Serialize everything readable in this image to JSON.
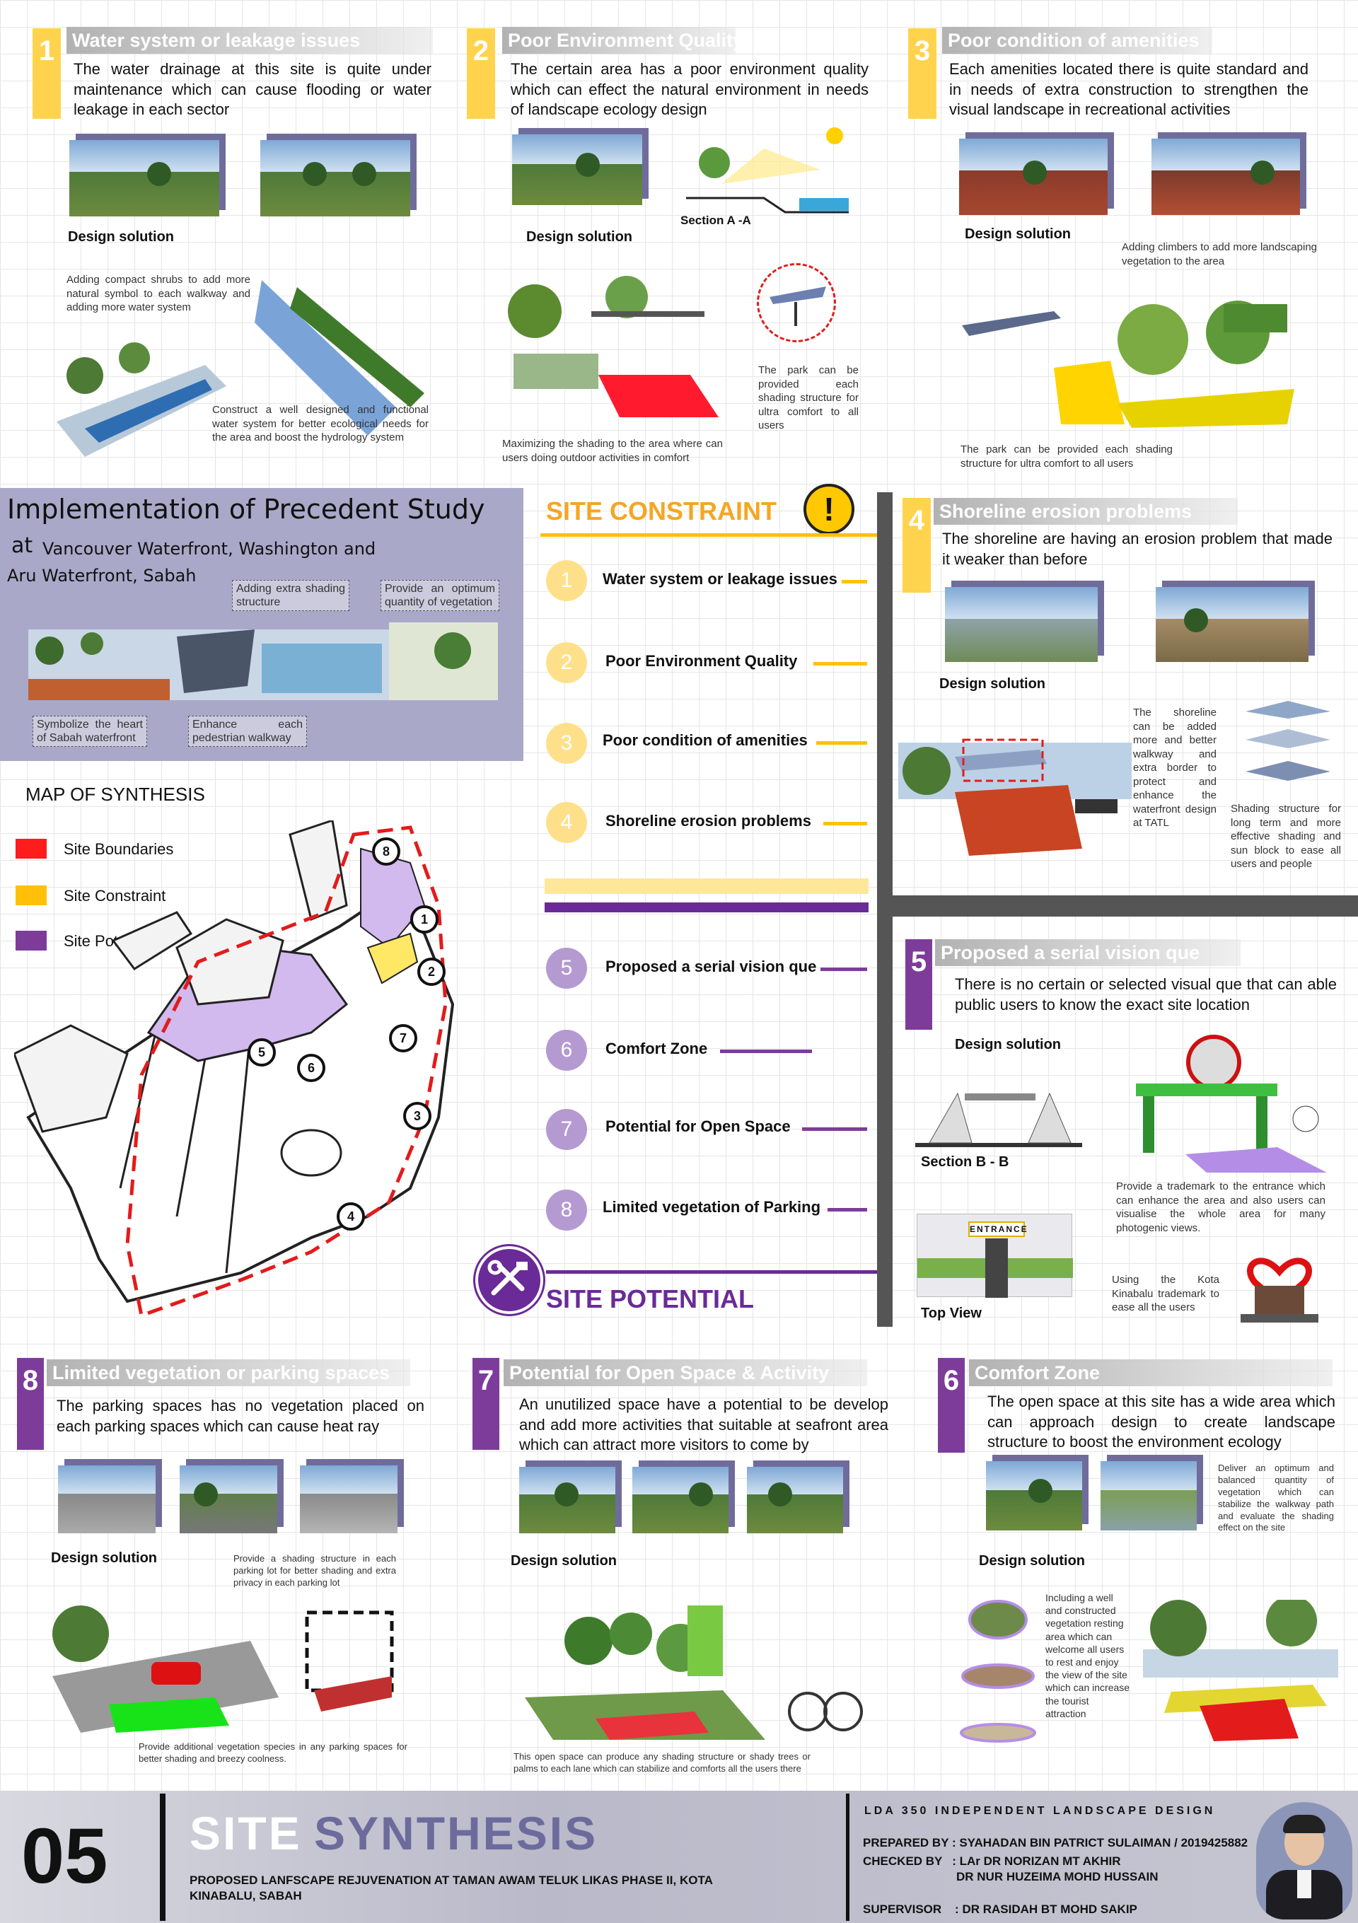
{
  "cards": {
    "c1": {
      "num": "1",
      "title": "Water system or leakage issues",
      "desc": "The water drainage at this site is quite under maintenance which can cause flooding or water leakage in each sector",
      "design": "Design solution",
      "note1": "Adding compact shrubs to add more natural symbol to each walkway and adding more water system",
      "note2": "Construct a well designed and functional water system for better ecological needs for the area and boost the hydrology system"
    },
    "c2": {
      "num": "2",
      "title": "Poor Environment Quality",
      "desc": "The certain area has a poor environment quality which can effect the natural environment in needs of landscape ecology design",
      "design": "Design solution",
      "section": "Section A -A",
      "note1": "The park can be provided each shading structure for ultra comfort to all users",
      "note2": "Maximizing the shading to the area where can users doing outdoor activities in comfort"
    },
    "c3": {
      "num": "3",
      "title": "Poor condition of amenities",
      "desc": "Each amenities located there is quite standard and in needs of extra construction to strengthen the visual landscape in recreational activities",
      "design": "Design solution",
      "note1": "Adding climbers to add more landscaping vegetation to the area",
      "note2": "The park can be provided each shading structure for ultra comfort to all users"
    },
    "c4": {
      "num": "4",
      "title": "Shoreline erosion problems",
      "desc": "The shoreline are having an erosion problem that made it weaker than before",
      "design": "Design solution",
      "note1": "The shoreline can be added more and better walkway and extra border to protect and enhance the waterfront design at TATL",
      "note2": "Shading structure for long term and more effective shading and sun block to ease all users and people"
    },
    "c5": {
      "num": "5",
      "title": "Proposed a serial vision que",
      "desc": "There is no certain or selected visual que that can able public users to know the exact site location",
      "design": "Design solution",
      "section": "Section B - B",
      "topview": "Top View",
      "entrance": "ENTRANCE",
      "note1": "Provide a trademark to the entrance which can enhance the area and also users can visualise the whole area for many photogenic views.",
      "note2": "Using the Kota Kinabalu trademark to ease all the users"
    },
    "c6": {
      "num": "6",
      "title": "Comfort Zone",
      "desc": "The open space at this site has a wide area which can approach design to create landscape structure to boost the environment ecology",
      "design": "Design solution",
      "note1": "Deliver an optimum and balanced quantity of vegetation which can stabilize the walkway path and evaluate the shading effect on the site",
      "note2": "Including a well and constructed vegetation resting area which can welcome all users to rest and enjoy the view of the site which can increase the tourist attraction"
    },
    "c7": {
      "num": "7",
      "title": "Potential for Open Space & Activity",
      "desc": "An unutilized space have a potential to be develop and add more activities that suitable at seafront area which can attract more visitors to come by",
      "design": "Design solution",
      "note1": "This open space can produce any shading structure or shady trees or palms to each lane which can stabilize and comforts all the users there"
    },
    "c8": {
      "num": "8",
      "title": "Limited vegetation or parking spaces",
      "desc": "The parking spaces has no vegetation placed on each parking spaces which can cause heat ray",
      "design": "Design solution",
      "note1": "Provide a shading structure in each parking lot for better shading and extra privacy in each parking lot",
      "note2": "Provide additional vegetation species in any parking spaces for better shading and breezy coolness."
    }
  },
  "precedent": {
    "title": "Implementation of Precedent Study",
    "sub1": "at",
    "sub2": "Vancouver Waterfront, Washington and",
    "sub3": "Aru Waterfront, Sabah",
    "tag1": "Adding extra shading structure",
    "tag2": "Provide an optimum quantity of vegetation",
    "tag3": "Symbolize the heart of Sabah waterfront",
    "tag4": "Enhance each pedestrian walkway"
  },
  "map": {
    "title": "MAP OF SYNTHESIS",
    "legend": [
      "Site Boundaries",
      "Site Constraint",
      "Site Potential"
    ],
    "legend_colors": [
      "#ff1c1c",
      "#ffc107",
      "#7d3c9a"
    ],
    "markers": [
      "8",
      "1",
      "2",
      "7",
      "5",
      "6",
      "3",
      "4"
    ]
  },
  "constraint": {
    "heading": "SITE CONSTRAINT",
    "alert": "!",
    "items": [
      "Water system or leakage issues",
      "Poor Environment Quality",
      "Poor condition of amenities",
      "Shoreline erosion problems"
    ],
    "nums": [
      "1",
      "2",
      "3",
      "4"
    ]
  },
  "potential": {
    "heading": "SITE POTENTIAL",
    "items": [
      "Proposed a serial vision que",
      "Comfort Zone",
      "Potential for Open Space",
      "Limited vegetation of Parking"
    ],
    "nums": [
      "5",
      "6",
      "7",
      "8"
    ]
  },
  "footer": {
    "page": "05",
    "title1": "SITE",
    "title2": "SYNTHESIS",
    "subtitle": "PROPOSED LANFSCAPE REJUVENATION AT TAMAN AWAM TELUK LIKAS PHASE II, KOTA KINABALU, SABAH",
    "course": "LDA 350 INDEPENDENT LANDSCAPE DESIGN",
    "prepared": "PREPARED BY : SYAHADAN BIN PATRICT SULAIMAN / 2019425882",
    "checked": "CHECKED BY   : LAr DR NORIZAN MT AKHIR",
    "checked2": "DR NUR HUZEIMA MOHD HUSSAIN",
    "supervisor": "SUPERVISOR    : DR RASIDAH BT MOHD SAKIP"
  }
}
